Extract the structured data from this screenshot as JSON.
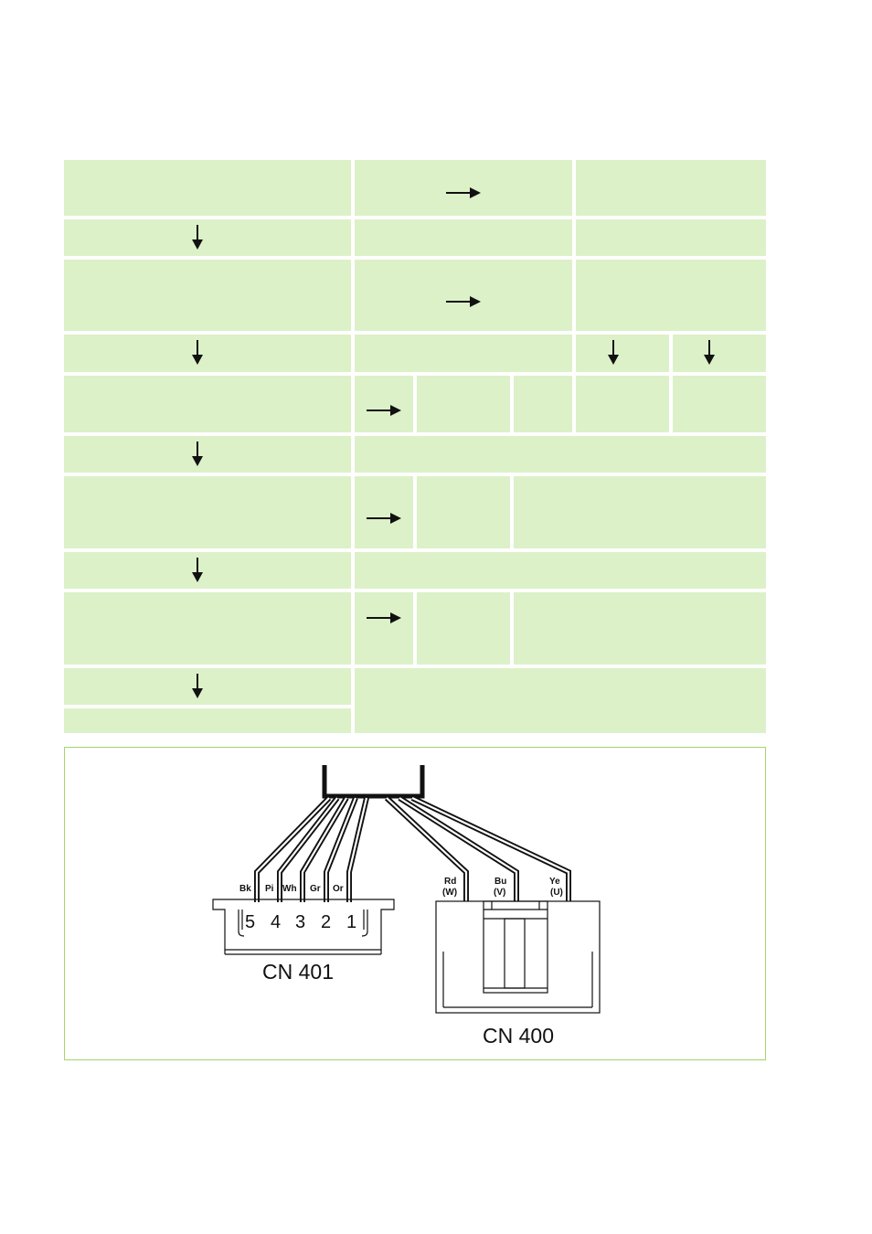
{
  "colors": {
    "cell_fill": "#dcf1c8",
    "frame_border": "#a6d36f",
    "line": "#111111"
  },
  "flow_table": {
    "arrow_icons": [
      "arrow-right-icon",
      "arrow-down-icon"
    ]
  },
  "wiring_diagram": {
    "cn401": {
      "name": "CN 401",
      "pins": [
        "5",
        "4",
        "3",
        "2",
        "1"
      ],
      "wires": [
        "Bk",
        "Pi",
        "Wh",
        "Gr",
        "Or"
      ]
    },
    "cn400": {
      "name": "CN 400",
      "wires": [
        {
          "color": "Rd",
          "phase": "(W)"
        },
        {
          "color": "Bu",
          "phase": "(V)"
        },
        {
          "color": "Ye",
          "phase": "(U)"
        }
      ]
    }
  }
}
